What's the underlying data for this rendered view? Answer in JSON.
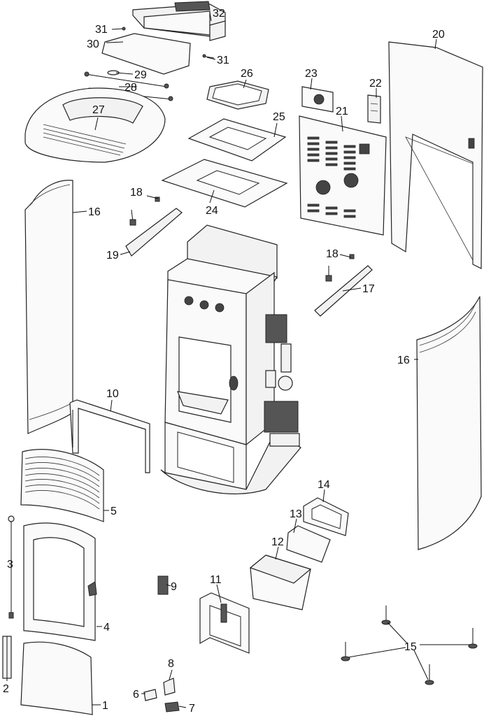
{
  "diagram": {
    "labels": [
      "1",
      "2",
      "3",
      "4",
      "5",
      "6",
      "7",
      "8",
      "9",
      "10",
      "11",
      "12",
      "13",
      "14",
      "15",
      "16",
      "17",
      "18",
      "19",
      "20",
      "21",
      "22",
      "23",
      "24",
      "25",
      "26",
      "27",
      "28",
      "29",
      "30",
      "31",
      "32"
    ],
    "label_16_second": "16",
    "label_18_second": "18",
    "label_31_second": "31"
  }
}
